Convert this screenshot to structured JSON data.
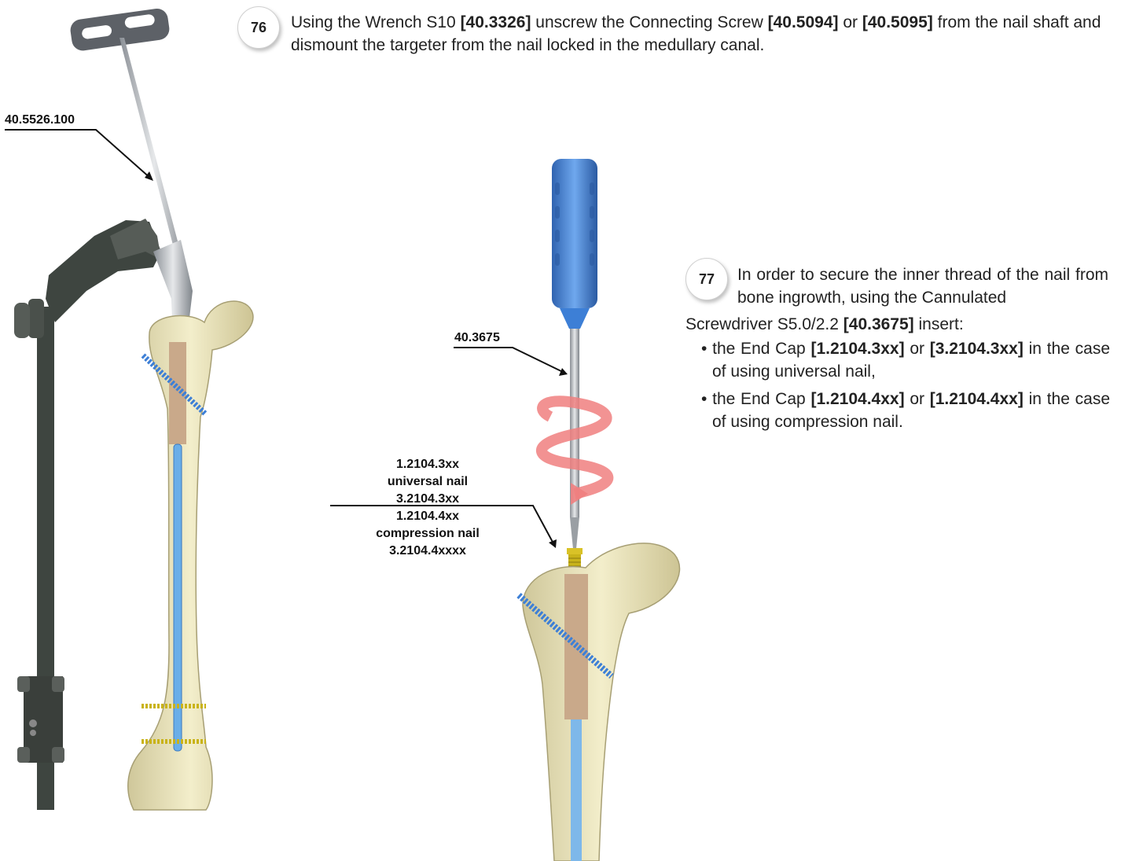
{
  "step76": {
    "number": "76",
    "t1": "Using the Wrench S10 ",
    "b1": "[40.3326]",
    "t2": " unscrew the Connecting Screw ",
    "b2": "[40.5094]",
    "t3": " or ",
    "b3": "[40.5095]",
    "t4": " from the nail shaft and dismount the targeter from the nail locked in the medullary canal."
  },
  "step77": {
    "number": "77",
    "intro1": "In order to secure the inner thread of the nail from bone ingrowth, using the Cannulated",
    "intro2": "Screwdriver S5.0/2.2 ",
    "intro_b": "[40.3675]",
    "intro3": " insert:",
    "bullets": [
      {
        "t1": "the End Cap ",
        "b1": "[1.2104.3xx]",
        "t2": " or ",
        "b2": "[3.2104.3xx]",
        "t3": " in the case of using universal nail,"
      },
      {
        "t1": "the End Cap ",
        "b1": "[1.2104.4xx]",
        "t2": " or ",
        "b2": "[1.2104.4xx]",
        "t3": " in the case of using compression nail."
      }
    ]
  },
  "labels": {
    "wrench": "40.5526.100",
    "screwdriver": "40.3675",
    "endcap_lines": [
      "1.2104.3xx",
      "universal nail",
      "3.2104.3xx",
      "1.2104.4xx",
      "compression nail",
      "3.2104.4xxxx"
    ]
  },
  "colors": {
    "bone": "#ede7bf",
    "nail": "#c9a98a",
    "blue": "#4a90d9",
    "handle_blue": "#3d7fd6",
    "targeter": "#3e4540",
    "arrow_red": "#f08080",
    "gold": "#d9c227"
  }
}
